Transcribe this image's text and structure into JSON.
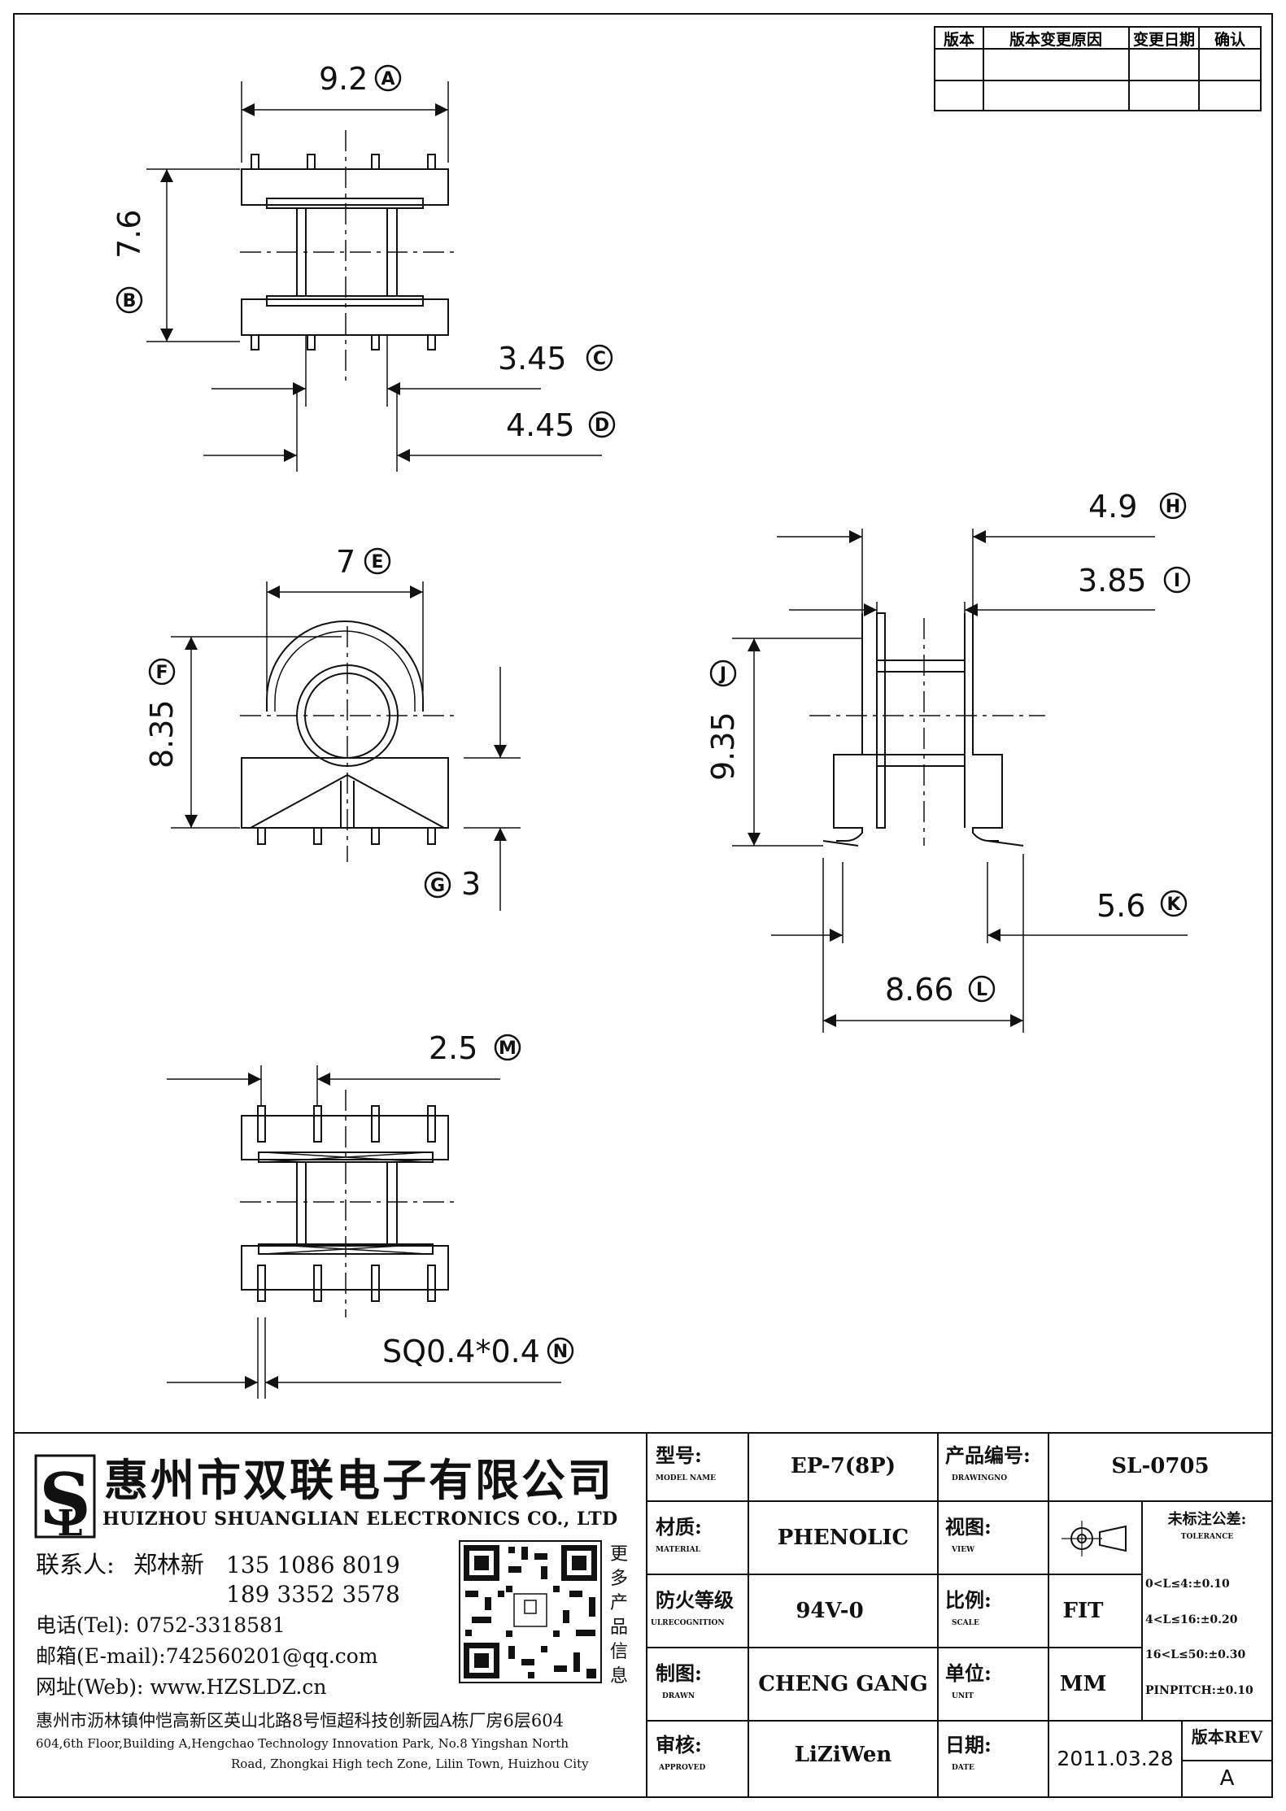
{
  "revision_table": {
    "headers": [
      "版本",
      "版本变更原因",
      "变更日期",
      "确认"
    ]
  },
  "dimensions": {
    "a": {
      "value": "9.2",
      "mark": "A"
    },
    "b": {
      "value": "7.6",
      "mark": "B"
    },
    "c": {
      "value": "3.45",
      "mark": "C"
    },
    "d": {
      "value": "4.45",
      "mark": "D"
    },
    "e": {
      "value": "7",
      "mark": "E"
    },
    "f": {
      "value": "8.35",
      "mark": "F"
    },
    "g": {
      "value": "3",
      "mark": "G"
    },
    "h": {
      "value": "4.9",
      "mark": "H"
    },
    "i": {
      "value": "3.85",
      "mark": "I"
    },
    "j": {
      "value": "9.35",
      "mark": "J"
    },
    "k": {
      "value": "5.6",
      "mark": "K"
    },
    "l": {
      "value": "8.66",
      "mark": "L"
    },
    "m": {
      "value": "2.5",
      "mark": "M"
    },
    "n": {
      "value": "SQ0.4*0.4",
      "mark": "N"
    }
  },
  "company": {
    "name_cn": "惠州市双联电子有限公司",
    "name_en": "HUIZHOU SHUANGLIAN ELECTRONICS CO., LTD",
    "contact_label": "联系人:",
    "contact_name": "郑林新",
    "phone1": "135 1086 8019",
    "phone2": "189 3352 3578",
    "tel": "电话(Tel): 0752-3318581",
    "email": "邮箱(E-mail):742560201@qq.com",
    "web": "网址(Web): www.HZSLDZ.cn",
    "qr_caption": [
      "更",
      "多",
      "产",
      "品",
      "信",
      "息"
    ],
    "address_cn": "惠州市沥林镇仲恺高新区英山北路8号恒超科技创新园A栋厂房6层604",
    "address_en_1": "604,6th Floor,Building A,Hengchao Technology Innovation Park, No.8 Yingshan North",
    "address_en_2": "Road, Zhongkai High tech Zone, Lilin Town, Huizhou City"
  },
  "title_block": {
    "model_label": "型号:",
    "model_label_en": "MODEL NAME",
    "model_value": "EP-7(8P)",
    "drawing_label": "产品编号:",
    "drawing_label_en": "DRAWINGNO",
    "drawing_value": "SL-0705",
    "material_label": "材质:",
    "material_label_en": "MATERIAL",
    "material_value": "PHENOLIC",
    "view_label": "视图:",
    "view_label_en": "VIEW",
    "tolerance_label": "未标注公差:",
    "tolerance_label_en": "TOLERANCE",
    "tolerance_lines": [
      "0<L≤4:±0.10",
      "4<L≤16:±0.20",
      "16<L≤50:±0.30",
      "PINPITCH:±0.10"
    ],
    "fire_label": "防火等级",
    "fire_label_en": "ULRECOGNITION",
    "fire_value": "94V-0",
    "scale_label": "比例:",
    "scale_label_en": "SCALE",
    "scale_value": "FIT",
    "drawn_label": "制图:",
    "drawn_label_en": "DRAWN",
    "drawn_value": "CHENG GANG",
    "unit_label": "单位:",
    "unit_label_en": "UNIT",
    "unit_value": "MM",
    "approved_label": "审核:",
    "approved_label_en": "APPROVED",
    "approved_value": "LiZiWen",
    "date_label": "日期:",
    "date_label_en": "DATE",
    "date_value": "2011.03.28",
    "rev_label": "版本REV",
    "rev_value": "A"
  }
}
